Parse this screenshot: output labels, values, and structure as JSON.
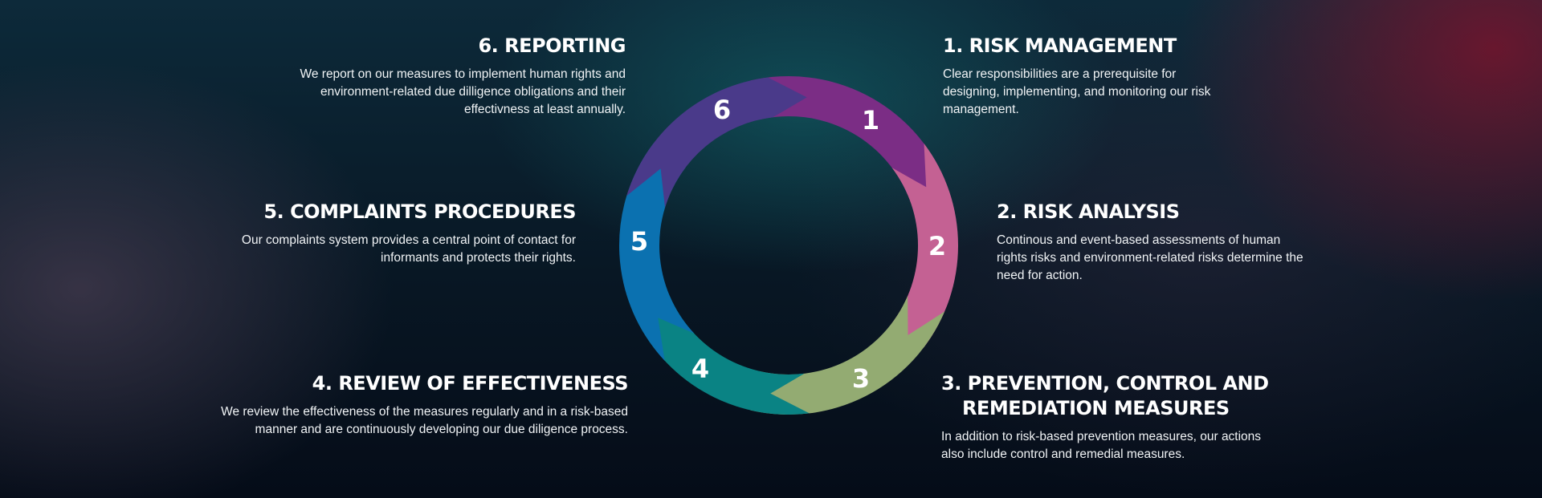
{
  "steps": [
    {
      "number": "1",
      "title": "1. RISK MANAGEMENT",
      "desc": "Clear responsibilities are a prerequisite for designing, implementing, and monitoring our risk management.",
      "color": "#7b2d85"
    },
    {
      "number": "2",
      "title": "2. RISK ANALYSIS",
      "desc": "Continous and event-based assessments of human rights risks and environment-related risks determine the need for action.",
      "color": "#c46193"
    },
    {
      "number": "3",
      "title_line1": "3. PREVENTION, CONTROL AND",
      "title_line2": "REMEDIATION MEASURES",
      "desc": "In addition to risk-based prevention measures, our actions also include control and remedial measures.",
      "color": "#93ab72"
    },
    {
      "number": "4",
      "title": "4. REVIEW OF EFFECTIVENESS",
      "desc": "We review the effectiveness of the measures regularly and in a risk-based manner and are continuously developing our due diligence process.",
      "color": "#0a8384"
    },
    {
      "number": "5",
      "title": "5. COMPLAINTS PROCEDURES",
      "desc": "Our complaints system provides a central point of contact for informants and protects their rights.",
      "color": "#0b71b0"
    },
    {
      "number": "6",
      "title": "6. REPORTING",
      "desc": "We report on our measures to implement human rights and environment-related due dilligence obligations and their effectivness at least annually.",
      "color": "#4a3a8a"
    }
  ]
}
